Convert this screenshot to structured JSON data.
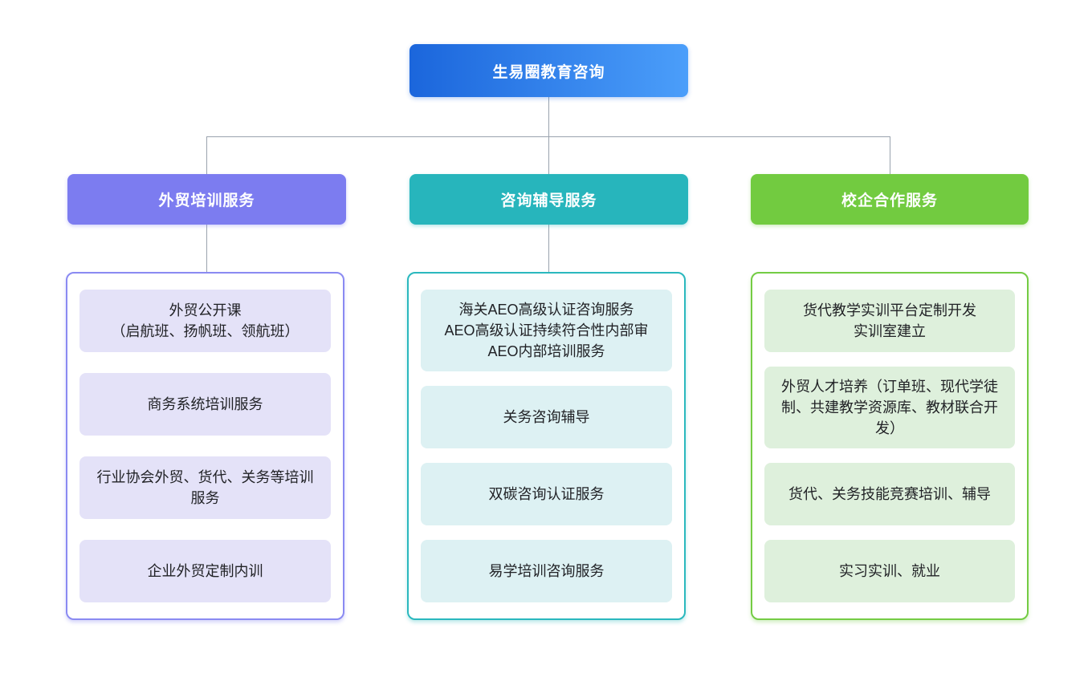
{
  "diagram": {
    "type": "org-chart",
    "root": {
      "label": "生易圈教育咨询",
      "gradient": [
        "#1b66dc",
        "#4b9efa"
      ],
      "text_color": "#ffffff"
    },
    "connector_color": "#9aa3ae",
    "branches": [
      {
        "id": "trade-training",
        "label": "外贸培训服务",
        "header_color": "#7c7cf0",
        "panel_border_color": "#8a8af2",
        "item_bg_color": "#e4e2f8",
        "has_header_stem": true,
        "items": [
          "外贸公开课\n（启航班、扬帆班、领航班）",
          "商务系统培训服务",
          "行业协会外贸、货代、关务等培训服务",
          "企业外贸定制内训"
        ]
      },
      {
        "id": "consulting-coaching",
        "label": "咨询辅导服务",
        "header_color": "#27b5bc",
        "panel_border_color": "#2ab8be",
        "item_bg_color": "#ddf1f3",
        "has_header_stem": true,
        "items": [
          "海关AEO高级认证咨询服务\nAEO高级认证持续符合性内部审\nAEO内部培训服务",
          "关务咨询辅导",
          "双碳咨询认证服务",
          "易学培训咨询服务"
        ]
      },
      {
        "id": "school-enterprise",
        "label": "校企合作服务",
        "header_color": "#72cb40",
        "panel_border_color": "#74cc44",
        "item_bg_color": "#def0dc",
        "has_header_stem": false,
        "items": [
          "货代教学实训平台定制开发\n实训室建立",
          "外贸人才培养（订单班、现代学徒制、共建教学资源库、教材联合开发）",
          "货代、关务技能竞赛培训、辅导",
          "实习实训、就业"
        ]
      }
    ]
  }
}
